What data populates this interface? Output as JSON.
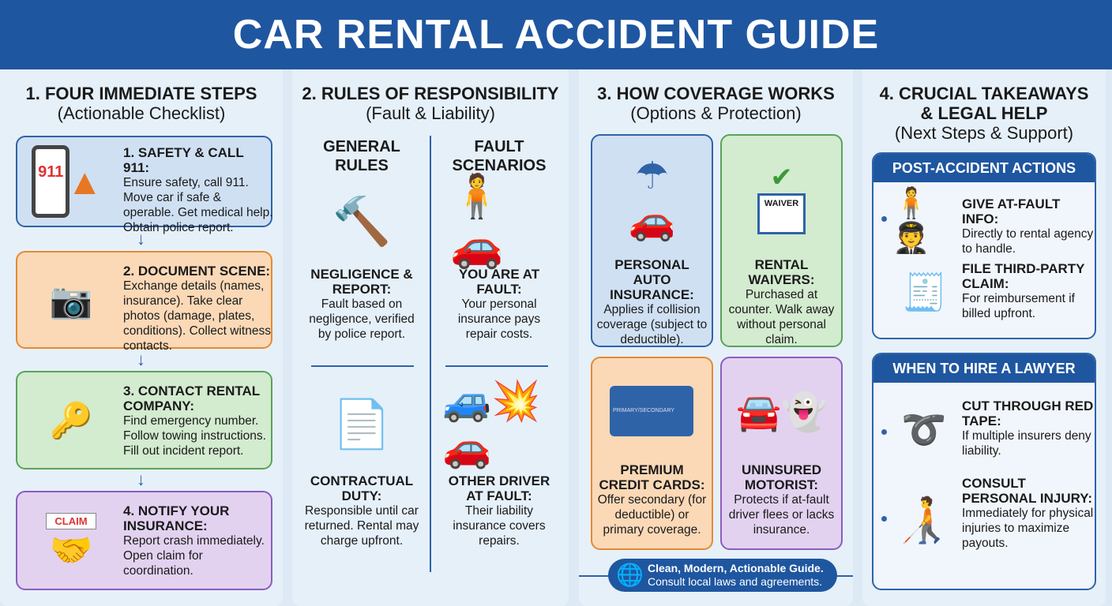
{
  "title": "CAR RENTAL ACCIDENT GUIDE",
  "colors": {
    "header": "#1f56a0",
    "blue": "#cfe0f3",
    "orange": "#fbd9b7",
    "green": "#d3ebcf",
    "purple": "#e2d2f0"
  },
  "col1": {
    "title": "1. FOUR IMMEDIATE STEPS",
    "subtitle": "(Actionable Checklist)",
    "steps": [
      {
        "heading": "1. SAFETY & CALL 911:",
        "body": "Ensure safety, call 911. Move car if safe & operable. Get medical help. Obtain police report.",
        "icon": "phone-911-cone-icon",
        "icon_text": "911"
      },
      {
        "heading": "2. DOCUMENT SCENE:",
        "body": "Exchange details (names, insurance). Take clear photos (damage, plates, conditions). Collect witness contacts.",
        "icon": "camera-cars-icon"
      },
      {
        "heading": "3. CONTACT RENTAL COMPANY:",
        "body": "Find emergency number. Follow towing instructions. Fill out incident report.",
        "icon": "key-phone-document-icon"
      },
      {
        "heading": "4. NOTIFY YOUR INSURANCE:",
        "body": "Report crash immediately. Open claim for coordination.",
        "icon": "claim-handshake-icon",
        "icon_text": "CLAIM"
      }
    ]
  },
  "col2": {
    "title": "2. RULES OF RESPONSIBILITY",
    "subtitle": "(Fault & Liability)",
    "general_header": "GENERAL RULES",
    "fault_header": "FAULT SCENARIOS",
    "items": [
      {
        "heading": "NEGLIGENCE & REPORT:",
        "body": "Fault based on negligence, verified by police report.",
        "icon": "gavel-icon"
      },
      {
        "heading": "YOU ARE AT FAULT:",
        "body": "Your personal insurance pays repair costs.",
        "icon": "person-card-crash-icon"
      },
      {
        "heading": "CONTRACTUAL DUTY:",
        "body": "Responsible until car returned. Rental may charge upfront.",
        "icon": "contract-key-icon"
      },
      {
        "heading": "OTHER DRIVER AT FAULT:",
        "body": "Their liability insurance covers repairs.",
        "icon": "id-card-collision-icon"
      }
    ]
  },
  "col3": {
    "title": "3. HOW COVERAGE WORKS",
    "subtitle": "(Options & Protection)",
    "items": [
      {
        "heading": "PERSONAL AUTO INSURANCE:",
        "body": "Applies if collision coverage (subject to deductible).",
        "icon": "umbrella-car-icon"
      },
      {
        "heading": "RENTAL WAIVERS:",
        "body": "Purchased at counter. Walk away without personal claim.",
        "icon": "counter-waiver-icon",
        "icon_text": "WAIVER"
      },
      {
        "heading": "PREMIUM CREDIT CARDS:",
        "body": "Offer secondary (for deductible) or primary coverage.",
        "icon": "credit-card-shield-icon",
        "icon_text": "PRIMARY/SECONDARY"
      },
      {
        "heading": "UNINSURED MOTORIST:",
        "body": "Protects if at-fault driver flees or lacks insurance.",
        "icon": "car-ghost-icon"
      }
    ],
    "banner": {
      "line1": "Clean, Modern, Actionable Guide.",
      "line2": "Consult local laws and agreements.",
      "icon": "globe-icon"
    }
  },
  "col4": {
    "title1": "4. CRUCIAL TAKEAWAYS",
    "title2": "& LEGAL HELP",
    "subtitle": "(Next Steps & Support)",
    "post": {
      "header": "POST-ACCIDENT ACTIONS",
      "items": [
        {
          "heading": "GIVE AT-FAULT INFO:",
          "body": "Directly to rental agency to handle.",
          "icon": "people-exchange-icon"
        },
        {
          "heading": "FILE THIRD-PARTY CLAIM:",
          "body": "For reimbursement if billed upfront.",
          "icon": "dollar-document-icon"
        }
      ]
    },
    "lawyer": {
      "header": "WHEN TO HIRE A LAWYER",
      "items": [
        {
          "heading": "CUT THROUGH RED TAPE:",
          "body": "If multiple insurers deny liability.",
          "icon": "red-tape-lawyer-icon"
        },
        {
          "heading": "CONSULT PERSONAL INJURY:",
          "body": "Immediately for physical injuries to maximize payouts.",
          "icon": "injured-person-icon"
        }
      ]
    }
  }
}
